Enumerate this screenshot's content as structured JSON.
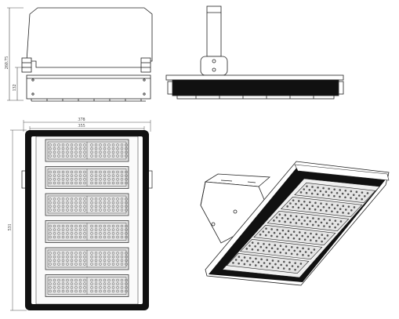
{
  "colors": {
    "line": "#222222",
    "dark": "#111111",
    "module": "#e4e4e4",
    "led": "#555555",
    "background": "#ffffff"
  },
  "dimensions": {
    "side_height": "260.75",
    "side_lower": "132",
    "front_outer_width": "378",
    "front_inner_width": "355",
    "front_height": "531"
  },
  "modules": {
    "count": 6,
    "leds_per_row": 9,
    "led_rows": 4
  },
  "views": [
    {
      "id": "side-view"
    },
    {
      "id": "top-view"
    },
    {
      "id": "front-view"
    },
    {
      "id": "iso-view"
    }
  ]
}
